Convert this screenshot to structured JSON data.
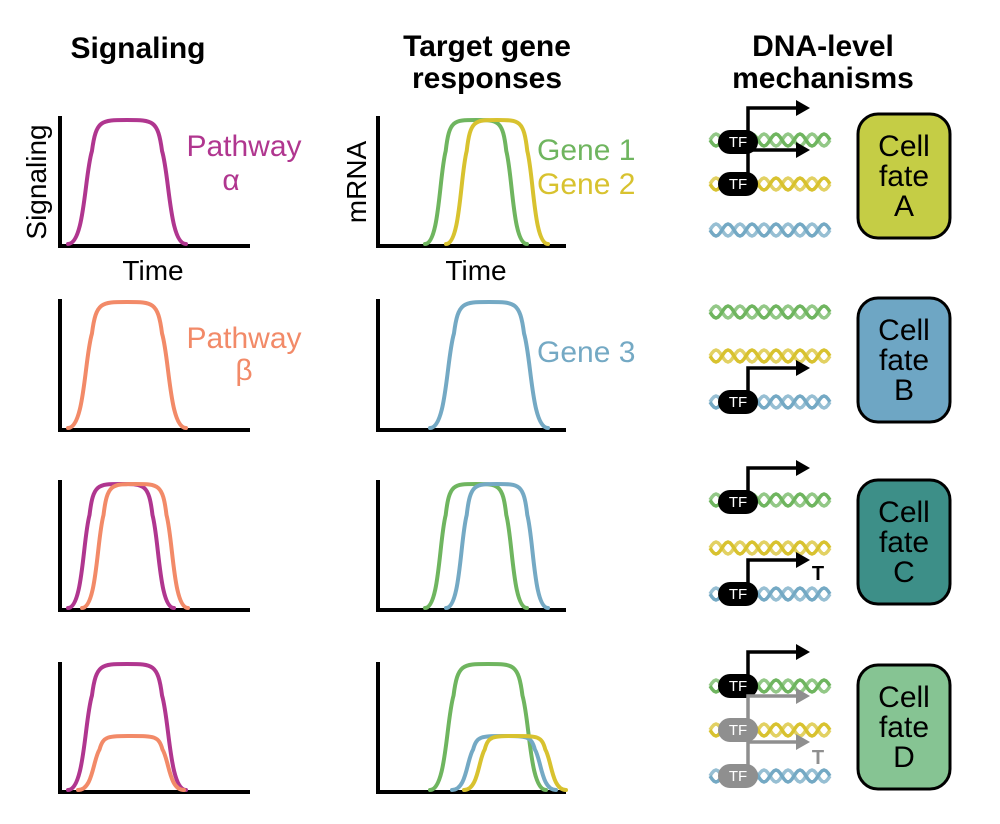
{
  "headers": {
    "signaling": "Signaling",
    "target_line1": "Target gene",
    "target_line2": "responses",
    "dna_line1": "DNA-level",
    "dna_line2": "mechanisms"
  },
  "axes": {
    "signaling_ylabel": "Signaling",
    "mrna_ylabel": "mRNA",
    "xlabel": "Time"
  },
  "pathways": [
    {
      "line1": "Pathway",
      "line2": "α",
      "color": "#B0368F"
    },
    {
      "line1": "Pathway",
      "line2": "β",
      "color": "#F28A68"
    }
  ],
  "genes": [
    {
      "name": "Gene 1",
      "color": "#6FB55F"
    },
    {
      "name": "Gene 2",
      "color": "#D8C22F"
    },
    {
      "name": "Gene 3",
      "color": "#74A9C4"
    }
  ],
  "tf_label": "TF",
  "fates": [
    {
      "line1": "Cell",
      "line2": "fate",
      "line3": "A",
      "color": "#C5CD45"
    },
    {
      "line1": "Cell",
      "line2": "fate",
      "line3": "B",
      "color": "#6EA6C4"
    },
    {
      "line1": "Cell",
      "line2": "fate",
      "line3": "C",
      "color": "#3D8F88"
    },
    {
      "line1": "Cell",
      "line2": "fate",
      "line3": "D",
      "color": "#86C493"
    }
  ],
  "repressor_symbol": "T",
  "colors": {
    "alpha": "#B0368F",
    "beta": "#F28A68",
    "gene1": "#6FB55F",
    "gene2": "#D8C22F",
    "gene3": "#74A9C4",
    "inactive": "#8F8F8F"
  }
}
